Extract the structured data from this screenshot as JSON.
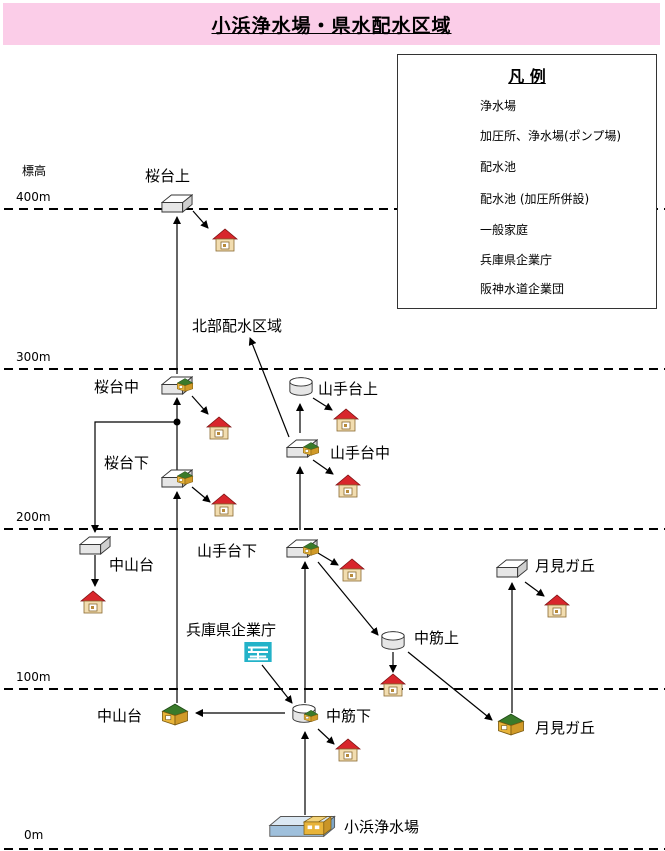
{
  "title": "小浜浄水場・県水配水区域",
  "axis": {
    "label": "標高",
    "levels": [
      "400m",
      "300m",
      "200m",
      "100m",
      "0m"
    ]
  },
  "legend": {
    "title": "凡 例",
    "items": [
      {
        "icon": "treatment-plant-icon",
        "label": "浄水場"
      },
      {
        "icon": "pump-station-icon",
        "label": "加圧所、浄水場(ポンプ場)"
      },
      {
        "icon": "reservoir-icon",
        "label": "配水池"
      },
      {
        "icon": "reservoir-with-pump-icon",
        "label": "配水池 (加圧所併設)"
      },
      {
        "icon": "house-icon",
        "label": "一般家庭"
      },
      {
        "icon": "hyogo-enterprise-icon",
        "label": "兵庫県企業庁"
      },
      {
        "icon": "hanshin-water-icon",
        "label": "阪神水道企業団"
      }
    ]
  },
  "nodes": {
    "sakuradai_kami": "桜台上",
    "hokubu": "北部配水区域",
    "sakuradai_naka": "桜台中",
    "yamatedai_kami": "山手台上",
    "yamatedai_naka": "山手台中",
    "sakuradai_shimo": "桜台下",
    "nakayamadai_upper": "中山台",
    "yamatedai_shimo": "山手台下",
    "tsukimigaoka_upper": "月見ガ丘",
    "hyogo": "兵庫県企業庁",
    "nakasuji_kami": "中筋上",
    "nakayamadai_lower": "中山台",
    "nakasuji_shimo": "中筋下",
    "tsukimigaoka_lower": "月見ガ丘",
    "kohama": "小浜浄水場"
  },
  "colors": {
    "title_bg": "#fbcde8",
    "roof_red": "#d8262c",
    "roof_green": "#3a7a2a",
    "tank_gray": "#e6e6e6",
    "plant_blue": "#9fc0dc",
    "plant_gold": "#e8b43a",
    "hyogo_teal": "#23b2c8"
  }
}
